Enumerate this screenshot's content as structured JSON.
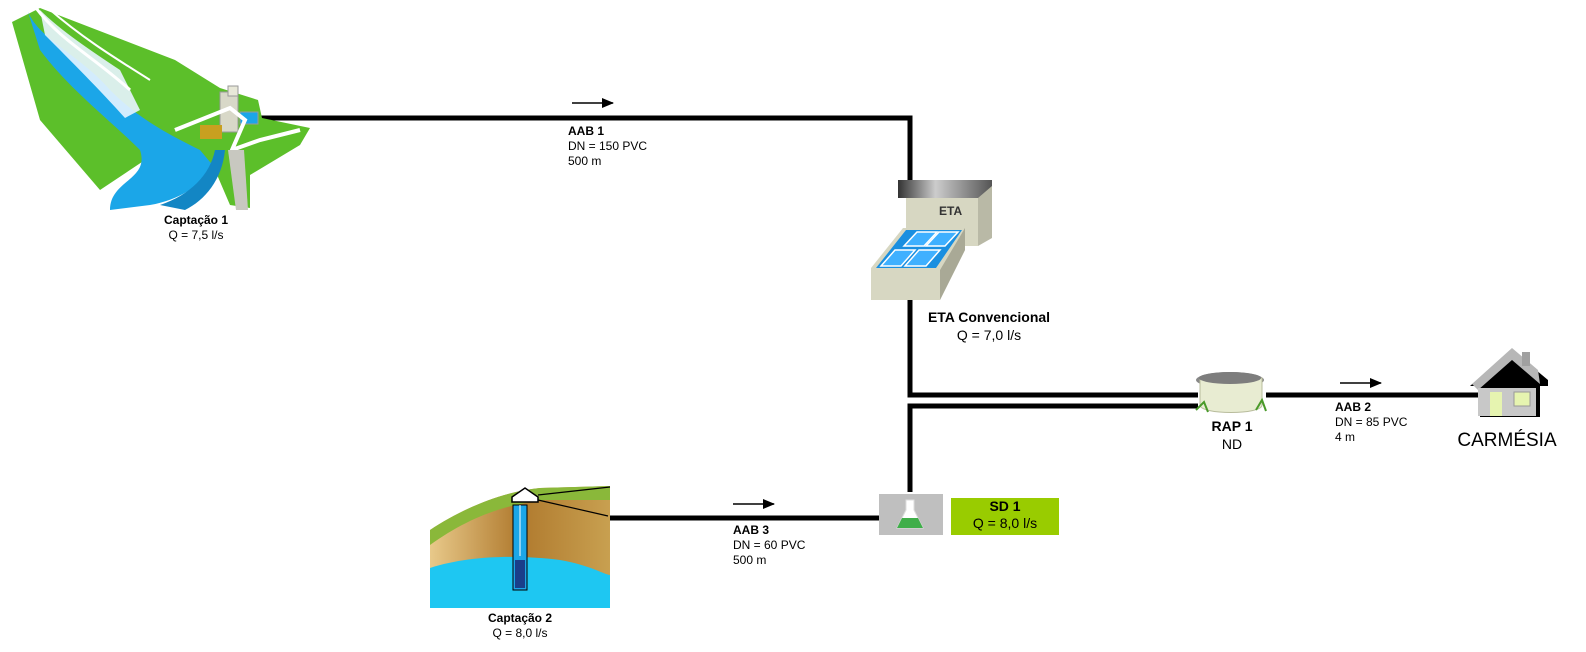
{
  "captacao1": {
    "name": "Captação 1",
    "flow": "Q = 7,5 l/s"
  },
  "captacao2": {
    "name": "Captação 2",
    "flow": "Q = 8,0 l/s"
  },
  "aab1": {
    "name": "AAB 1",
    "dn": "DN = 150 PVC",
    "length": "500 m"
  },
  "aab2": {
    "name": "AAB 2",
    "dn": "DN = 85 PVC",
    "length": "4 m"
  },
  "aab3": {
    "name": "AAB 3",
    "dn": "DN = 60 PVC",
    "length": "500 m"
  },
  "eta": {
    "sign": "ETA",
    "name": "ETA Convencional",
    "flow": "Q = 7,0 l/s"
  },
  "rap1": {
    "name": "RAP 1",
    "flow": "ND"
  },
  "sd1": {
    "name": "SD 1",
    "flow": "Q = 8,0 l/s"
  },
  "city": {
    "name": "CARMÉSIA"
  },
  "colors": {
    "pipe": "#000000",
    "water": "#1ba6e8",
    "grass": "#5cbf2a",
    "sd_box": "#99cc00"
  },
  "icons": [
    "dam-intake-icon",
    "water-treatment-plant-icon",
    "reservoir-tank-icon",
    "house-icon",
    "well-icon",
    "flask-icon",
    "flow-arrow-icon"
  ]
}
